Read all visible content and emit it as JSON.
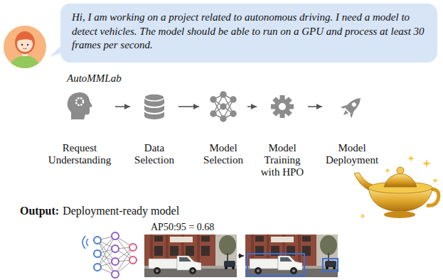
{
  "diagram": {
    "nodes": [
      {
        "text": [
          "Hi, I am working on a project related to autonomous driving. I need a model to detect vehicles. The model should be able to run on a GPU and process at least 30 frames per second."
        ]
      },
      {
        "text": [
          "AutoMMLab"
        ]
      },
      {
        "text": [
          "Request Understanding"
        ],
        "in": 1
      },
      {
        "text": [
          "Data Selection"
        ],
        "in": 1
      },
      {
        "text": [
          "Model Selection"
        ],
        "in": 1
      },
      {
        "text": [
          "Model Training with HPO"
        ],
        "in": 1
      },
      {
        "text": [
          "Model Deployment"
        ],
        "in": 1
      }
    ],
    "edges": [
      {
        "from": 2,
        "to": 3,
        "arrow": "to"
      },
      {
        "from": 3,
        "to": 4,
        "arrow": "to"
      },
      {
        "from": 4,
        "to": 5,
        "arrow": "to"
      },
      {
        "from": 5,
        "to": 6,
        "arrow": "to"
      }
    ],
    "labels": [
      "Output:",
      "Deployment-ready model",
      "AP50:95 = 0.68"
    ]
  }
}
